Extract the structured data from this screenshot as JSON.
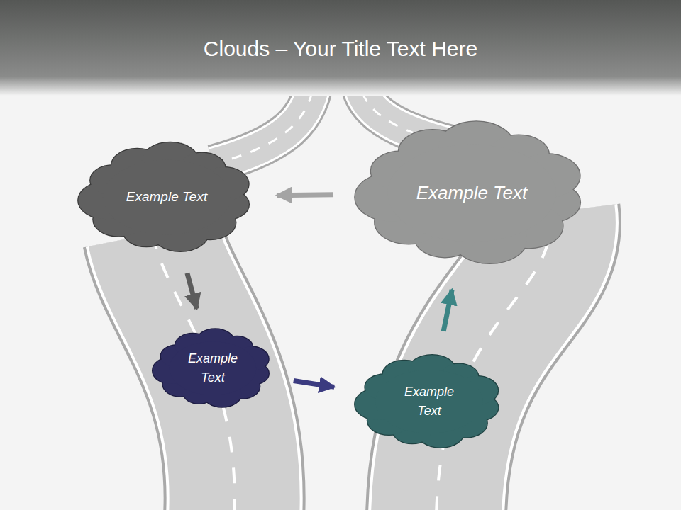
{
  "diagram": {
    "title": "Clouds – Your Title Text Here",
    "nodes": [
      {
        "text": [
          "Example Text"
        ]
      },
      {
        "text": [
          "Example Text"
        ]
      },
      {
        "text": [
          "Example Text"
        ]
      },
      {
        "text": [
          "Example Text"
        ]
      }
    ],
    "edges": [
      {
        "from": 0,
        "to": 1,
        "arrow": "to"
      },
      {
        "from": 1,
        "to": 2,
        "arrow": "to"
      },
      {
        "from": 2,
        "to": 3,
        "arrow": "to"
      },
      {
        "from": 3,
        "to": 0,
        "arrow": "to"
      }
    ]
  }
}
